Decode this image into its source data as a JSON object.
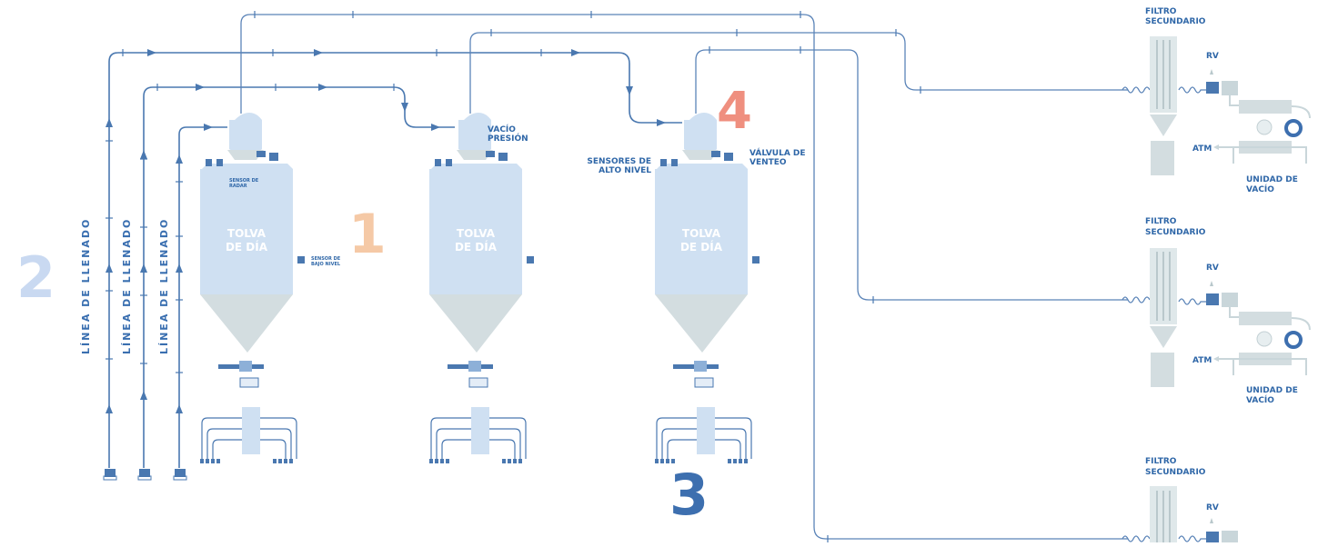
{
  "numbers": {
    "n1": "1",
    "n2": "2",
    "n3": "3",
    "n4": "4"
  },
  "colors": {
    "pipe": "#4a78b0",
    "hopper": "#cfe0f2",
    "cone": "#d3dde0",
    "n1": "#f5c9a6",
    "n2": "#c9d9f1",
    "n3": "#3d6faf",
    "n4": "#ef8f7f"
  },
  "fill_lines": [
    "LÍNEA DE LLENADO",
    "LÍNEA DE LLENADO",
    "LÍNEA DE LLENADO"
  ],
  "hoppers": [
    {
      "line1": "TOLVA",
      "line2": "DE DÍA"
    },
    {
      "line1": "TOLVA",
      "line2": "DE DÍA"
    },
    {
      "line1": "TOLVA",
      "line2": "DE DÍA"
    }
  ],
  "sensors": {
    "radar_1": "SENSOR DE",
    "radar_2": "RADAR",
    "low_1": "SENSOR DE",
    "low_2": "BAJO NIVEL",
    "high_1": "SENSORES DE",
    "high_2": "ALTO NIVEL",
    "vacuum": "VACÍO",
    "pressure": "PRESIÓN",
    "vent_1": "VÁLVULA DE",
    "vent_2": "VENTEO"
  },
  "units": [
    {
      "filter_1": "FILTRO",
      "filter_2": "SECUNDARIO",
      "rv": "RV",
      "atm": "ATM",
      "vac_1": "UNIDAD DE",
      "vac_2": "VACÍO"
    },
    {
      "filter_1": "FILTRO",
      "filter_2": "SECUNDARIO",
      "rv": "RV",
      "atm": "ATM",
      "vac_1": "UNIDAD DE",
      "vac_2": "VACÍO"
    },
    {
      "filter_1": "FILTRO",
      "filter_2": "SECUNDARIO",
      "rv": "RV"
    }
  ]
}
